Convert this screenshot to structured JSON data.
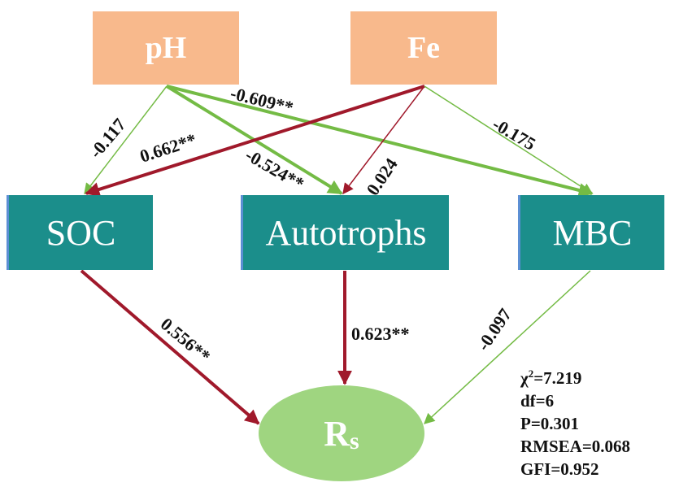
{
  "nodes": {
    "ph": "pH",
    "fe": "Fe",
    "soc": "SOC",
    "autotrophs": "Autotrophs",
    "mbc": "MBC",
    "rs_main": "R",
    "rs_sub": "s"
  },
  "paths": {
    "ph_soc": "-0.117",
    "ph_autotrophs": "-0.524**",
    "ph_mbc": "-0.609**",
    "fe_soc": "0.662**",
    "fe_autotrophs": "0.024",
    "fe_mbc": "-0.175",
    "soc_rs": "0.556**",
    "autotrophs_rs": "0.623**",
    "mbc_rs": "-0.097"
  },
  "fit": {
    "chi_symbol": "χ",
    "chi_exp": "2",
    "chi_value": "=7.219",
    "df": "df=6",
    "p": "P=0.301",
    "rmsea": "RMSEA=0.068",
    "gfi": "GFI=0.952"
  },
  "colors": {
    "positive_path": "#a0192b",
    "negative_path": "#74bb45",
    "exogenous_box": "#f8b98c",
    "mediator_box": "#1b8e8b",
    "outcome_ellipse": "#9fd580"
  }
}
